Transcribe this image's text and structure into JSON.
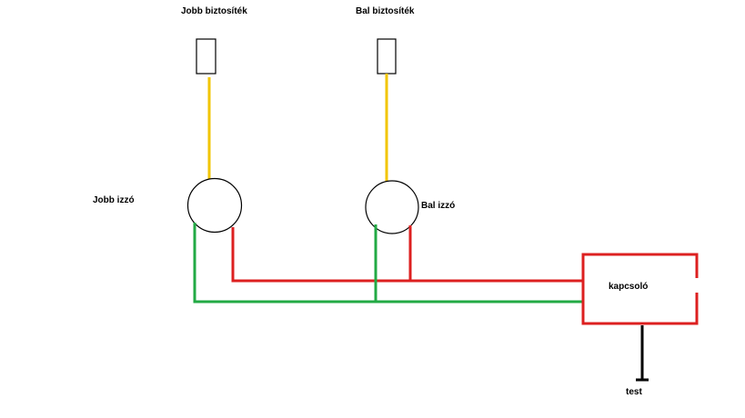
{
  "labels": {
    "right_fuse": "Jobb biztosíték",
    "left_fuse": "Bal biztosíték",
    "right_bulb": "Jobb izzó",
    "left_bulb": "Bal izzó",
    "switch": "kapcsoló",
    "ground": "test"
  },
  "colors": {
    "fuse_wire": "#f2c500",
    "red_wire": "#dd2020",
    "green_wire": "#22aa44",
    "ground_wire": "#000000",
    "outline": "#000000"
  }
}
